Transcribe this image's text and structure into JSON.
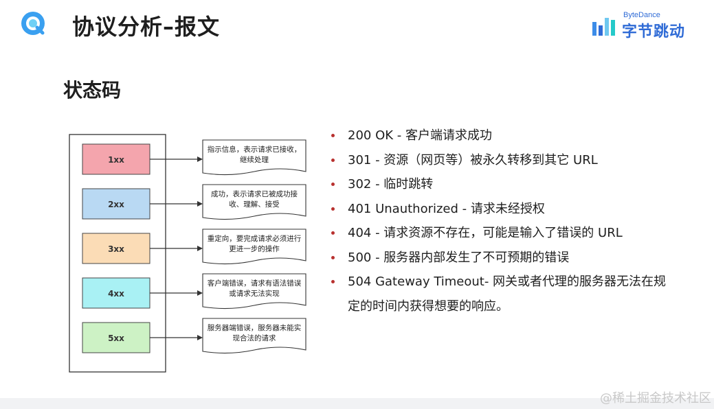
{
  "header": {
    "title": "协议分析–报文",
    "brand_en": "ByteDance",
    "brand_zh": "字节跳动",
    "brand_color": "#2f6bd6"
  },
  "section_title": "状态码",
  "diagram": {
    "categories": [
      {
        "code": "1xx",
        "fill": "#f4a5ad",
        "note_line1": "指示信息，表示请求已接收，",
        "note_line2": "继续处理"
      },
      {
        "code": "2xx",
        "fill": "#b9d9f3",
        "note_line1": "成功，表示请求已被成功接",
        "note_line2": "收、理解、接受"
      },
      {
        "code": "3xx",
        "fill": "#fbdcb6",
        "note_line1": "重定向，要完成请求必须进行",
        "note_line2": "更进一步的操作"
      },
      {
        "code": "4xx",
        "fill": "#a9f1f4",
        "note_line1": "客户端错误，请求有语法错误",
        "note_line2": "或请求无法实现"
      },
      {
        "code": "5xx",
        "fill": "#cdf2c5",
        "note_line1": "服务器端错误，服务器未能实",
        "note_line2": "现合法的请求"
      }
    ]
  },
  "bullets": [
    "200 OK - 客户端请求成功",
    "301 - 资源（网页等）被永久转移到其它 URL",
    "302 - 临时跳转",
    "401 Unauthorized - 请求未经授权",
    "404 - 请求资源不存在，可能是输入了错误的 URL",
    "500 - 服务器内部发生了不可预期的错误",
    "504 Gateway Timeout- 网关或者代理的服务器无法在规",
    "定的时间内获得想要的响应。"
  ],
  "bullet_color": "#b8312f",
  "watermark": "@稀土掘金技术社区"
}
